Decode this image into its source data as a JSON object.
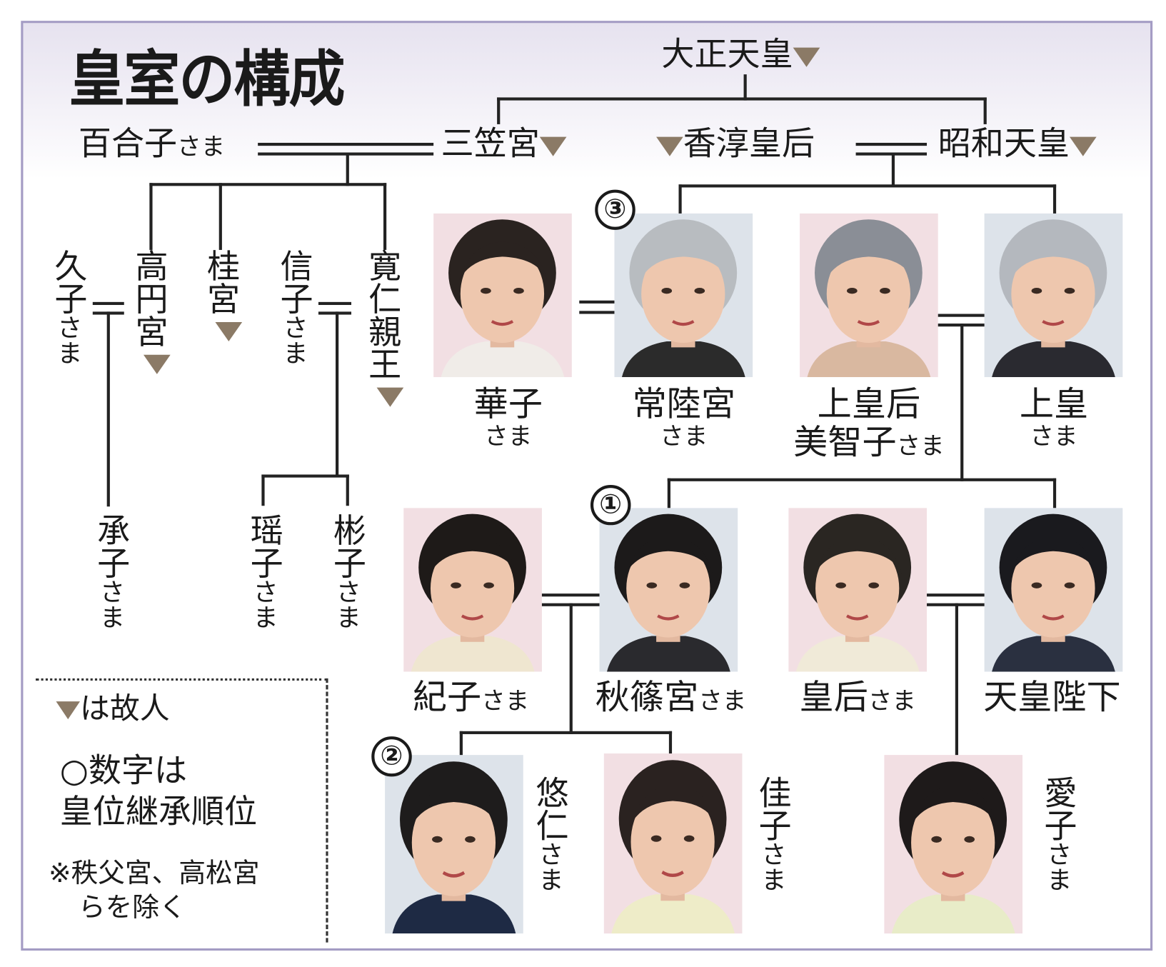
{
  "title": "皇室の構成",
  "honorific": "さま",
  "people": {
    "taisho": {
      "name": "大正天皇",
      "deceased": true
    },
    "yuriko": {
      "name": "百合子",
      "deceased": false
    },
    "mikasa": {
      "name": "三笠宮",
      "deceased": true
    },
    "kojun": {
      "name": "香淳皇后",
      "deceased": true
    },
    "showa": {
      "name": "昭和天皇",
      "deceased": true
    },
    "hisako": {
      "name": "久子",
      "deceased": false
    },
    "takamado": {
      "name": "高円宮",
      "deceased": true
    },
    "katsura": {
      "name": "桂宮",
      "deceased": true
    },
    "nobuko": {
      "name": "信子",
      "deceased": false
    },
    "tomohito": {
      "name": "寛仁親王",
      "deceased": true
    },
    "tsuguko": {
      "name": "承子",
      "deceased": false
    },
    "yoko": {
      "name": "瑶子",
      "deceased": false
    },
    "akiko": {
      "name": "彬子",
      "deceased": false
    },
    "hanako": {
      "name": "華子",
      "deceased": false
    },
    "hitachi": {
      "name": "常陸宮",
      "deceased": false
    },
    "michiko": {
      "title": "上皇后",
      "name": "美智子",
      "deceased": false
    },
    "joko": {
      "name": "上皇",
      "deceased": false
    },
    "kiko": {
      "name": "紀子",
      "deceased": false
    },
    "akishino": {
      "name": "秋篠宮",
      "deceased": false
    },
    "kogo": {
      "name": "皇后",
      "deceased": false
    },
    "tenno": {
      "name": "天皇陛下",
      "deceased": false
    },
    "hisahito": {
      "name": "悠仁",
      "deceased": false
    },
    "kako": {
      "name": "佳子",
      "deceased": false
    },
    "aiko": {
      "name": "愛子",
      "deceased": false
    }
  },
  "succession": {
    "akishino": "①",
    "hisahito": "②",
    "hitachi": "③"
  },
  "legend": {
    "deceased_note": "は故人",
    "succession_note_line1": "○数字は",
    "succession_note_line2": "皇位継承順位",
    "exclusion_note_line1": "※秩父宮、高松宮",
    "exclusion_note_line2": "らを除く"
  },
  "colors": {
    "frame": "#a49cc4",
    "deceased_marker": "#8b7a66",
    "photo_female_bg": "#f2dfe3",
    "photo_male_bg": "#dde3ea"
  }
}
